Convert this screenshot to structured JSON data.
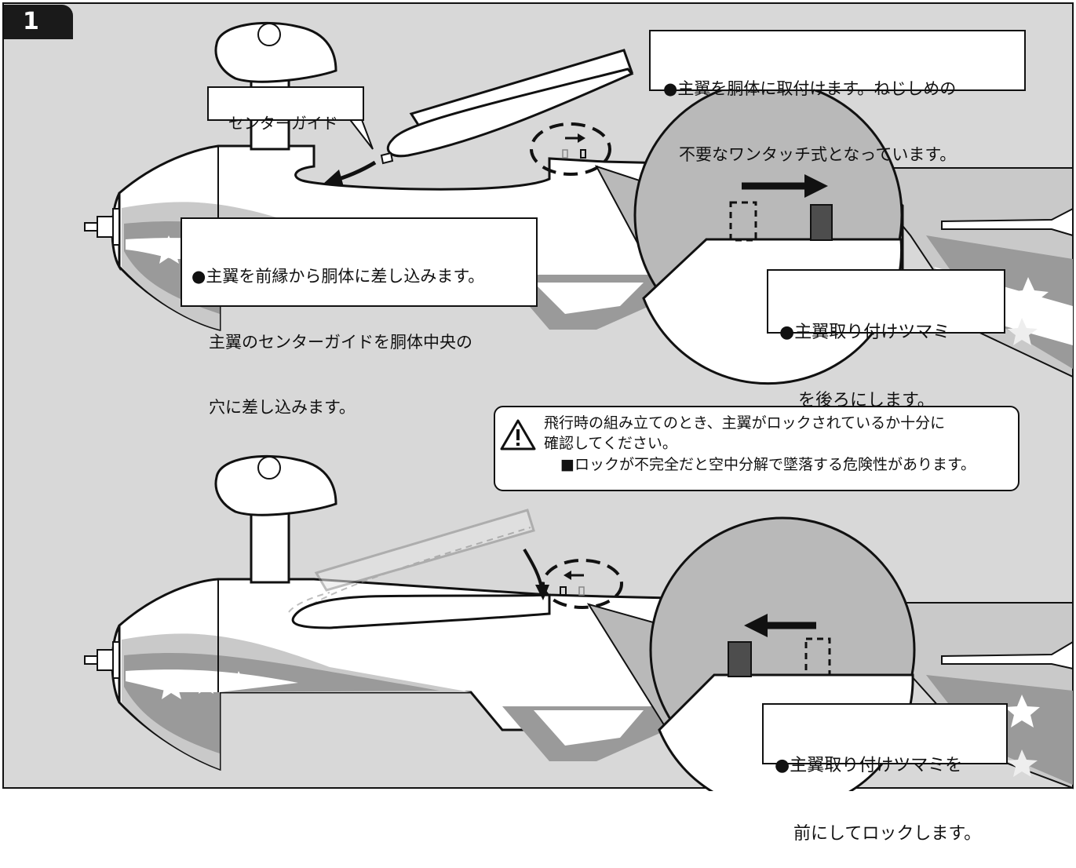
{
  "step_number": "1",
  "top_scene": {
    "center_guide_label": "センターガイド",
    "attach_note": [
      "●主翼を胴体に取付けます。ねじしめの",
      "不要なワンタッチ式となっています。"
    ],
    "insert_note": [
      "●主翼を前縁から胴体に差し込みます。",
      "主翼のセンターガイドを胴体中央の",
      "穴に差し込みます。"
    ],
    "knob_note": [
      "●主翼取り付けツマミ",
      "を後ろにします。"
    ]
  },
  "bottom_scene": {
    "knob_note": [
      "●主翼取り付けツマミを",
      "前にしてロックします。"
    ]
  },
  "warning": {
    "icon": "warning-triangle-icon",
    "lines": [
      "飛行時の組み立てのとき、主翼がロックされているか十分に",
      "確認してください。",
      "■ロックが不完全だと空中分解で墜落する危険性があります。"
    ]
  },
  "colors": {
    "background": "#d8d8d8",
    "outline": "#111111",
    "mid_gray": "#9a9a9a",
    "light_gray": "#c4c4c4",
    "knob": "#4d4d4d"
  }
}
